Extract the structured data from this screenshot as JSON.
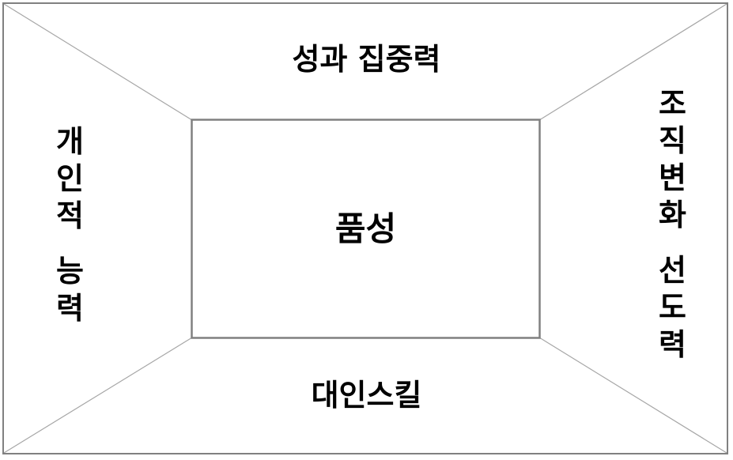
{
  "diagram": {
    "center_label": "품성",
    "top_label": "성과 집중력",
    "bottom_label": "대인스킬",
    "left_label": "개인적 능력",
    "right_label": "조직변화 선도력"
  },
  "colors": {
    "bg": "#ffffff",
    "line": "#808080",
    "diagonal": "#a6a6a6",
    "text": "#000000"
  }
}
